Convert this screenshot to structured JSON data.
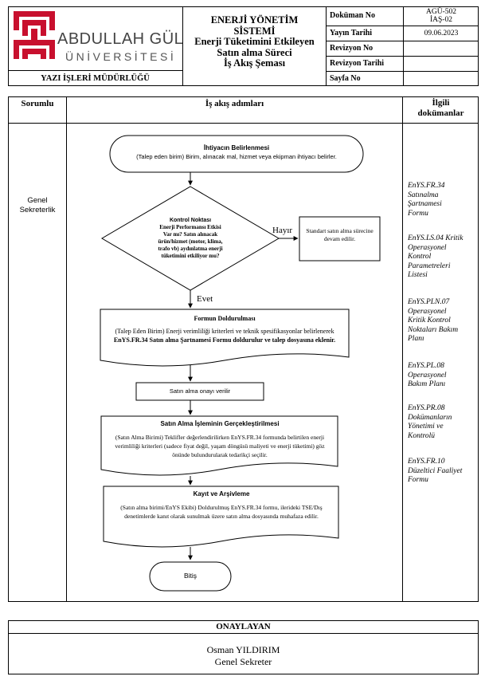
{
  "header": {
    "university_line1": "ABDULLAH GÜL",
    "university_line2": "ÜNİVERSİTESİ",
    "unit": "YAZI İŞLERİ MÜDÜRLÜĞÜ",
    "title_line1": "ENERJİ YÖNETİM",
    "title_line2": "SİSTEMİ",
    "title_line3": "Enerji Tüketimini Etkileyen",
    "title_line4": "Satın alma Süreci",
    "title_line5": "İş Akış Şeması",
    "meta": [
      {
        "label": "Doküman No",
        "value": "AGÜ-502\nİAŞ-02"
      },
      {
        "label": "Yayın Tarihi",
        "value": "09.06.2023"
      },
      {
        "label": "Revizyon No",
        "value": ""
      },
      {
        "label": "Revizyon Tarihi",
        "value": ""
      },
      {
        "label": "Sayfa No",
        "value": ""
      }
    ]
  },
  "table": {
    "col_responsible": "Sorumlu",
    "col_steps": "İş akış adımları",
    "col_docs_line1": "İlgili",
    "col_docs_line2": "dokümanlar",
    "responsible_line1": "Genel",
    "responsible_line2": "Sekreterlik"
  },
  "flow": {
    "start_title": "İhtiyacın Belirlenmesi",
    "start_text": "(Talep eden birim) Birim, alınacak mal, hizmet veya ekipman ihtiyacı belirler.",
    "decision_line1": "Kontrol Noktası",
    "decision_line2": "Enerji Performansı Etkisi",
    "decision_line3": "Var mı? Satın alınacak",
    "decision_line4": "ürün/hizmet (motor, klima,",
    "decision_line5": "trafo vb) aydınlatma enerji",
    "decision_line6": "tüketimini etkiliyor mu?",
    "no_label": "Hayır",
    "no_box": "Standart satın alma sürecine devam edilir.",
    "yes_label": "Evet",
    "form_title": "Formun Doldurulması",
    "form_text1": "(Talep Eden Birim) Enerji verimliliği kriterleri ve teknik spesifikasyonlar belirlenerek",
    "form_text_bold": "EnYS.FR.34 Satın alma Şartnamesi Formu doldurulur ve talep dosyasına eklenir.",
    "approval": "Satın alma onayı verilir",
    "purchase_title": "Satın Alma İşleminin Gerçekleştirilmesi",
    "purchase_text": "(Satın Alma Birimi) Teklifler değerlendirilirken EnYS.FR.34 formunda belirtilen enerji verimliliği kriterleri (sadece fiyat değil, yaşam döngüsü maliyeti ve enerji tüketimi) göz önünde bulundurularak tedarikçi seçilir.",
    "archive_title": "Kayıt ve Arşivleme",
    "archive_text": "(Satın alma birimi/EnYS Ekibi) Doldurulmuş EnYS.FR.34 formu, ilerideki TSE/Dış denetimlerde kanıt olarak sunulmak üzere satın alma dosyasında muhafaza edilir.",
    "end": "Bitiş"
  },
  "documents": [
    {
      "code": "EnYS.FR.34",
      "name_lines": [
        "Satınalma",
        "Şartnamesi",
        "Formu"
      ]
    },
    {
      "code": "EnYS.LS.04 Kritik",
      "name_lines": [
        "Operasyonel",
        "Kontrol",
        "Parametreleri",
        "Listesi"
      ]
    },
    {
      "code": "EnYS.PLN.07",
      "name_lines": [
        "Operasyonel",
        "Kritik Kontrol",
        "Noktaları Bakım",
        "Planı"
      ]
    },
    {
      "code": "EnYS.PL.08",
      "name_lines": [
        "Operasyonel",
        "Bakım Planı"
      ]
    },
    {
      "code": "EnYS.PR.08",
      "name_lines": [
        "Dokümanların",
        "Yönetimi ve",
        "Kontrolü"
      ]
    },
    {
      "code": "EnYS.FR.10",
      "name_lines": [
        "Düzeltici Faaliyet",
        "Formu"
      ]
    }
  ],
  "approval_block": {
    "heading": "ONAYLAYAN",
    "name": "Osman YILDIRIM",
    "role": "Genel Sekreter"
  }
}
